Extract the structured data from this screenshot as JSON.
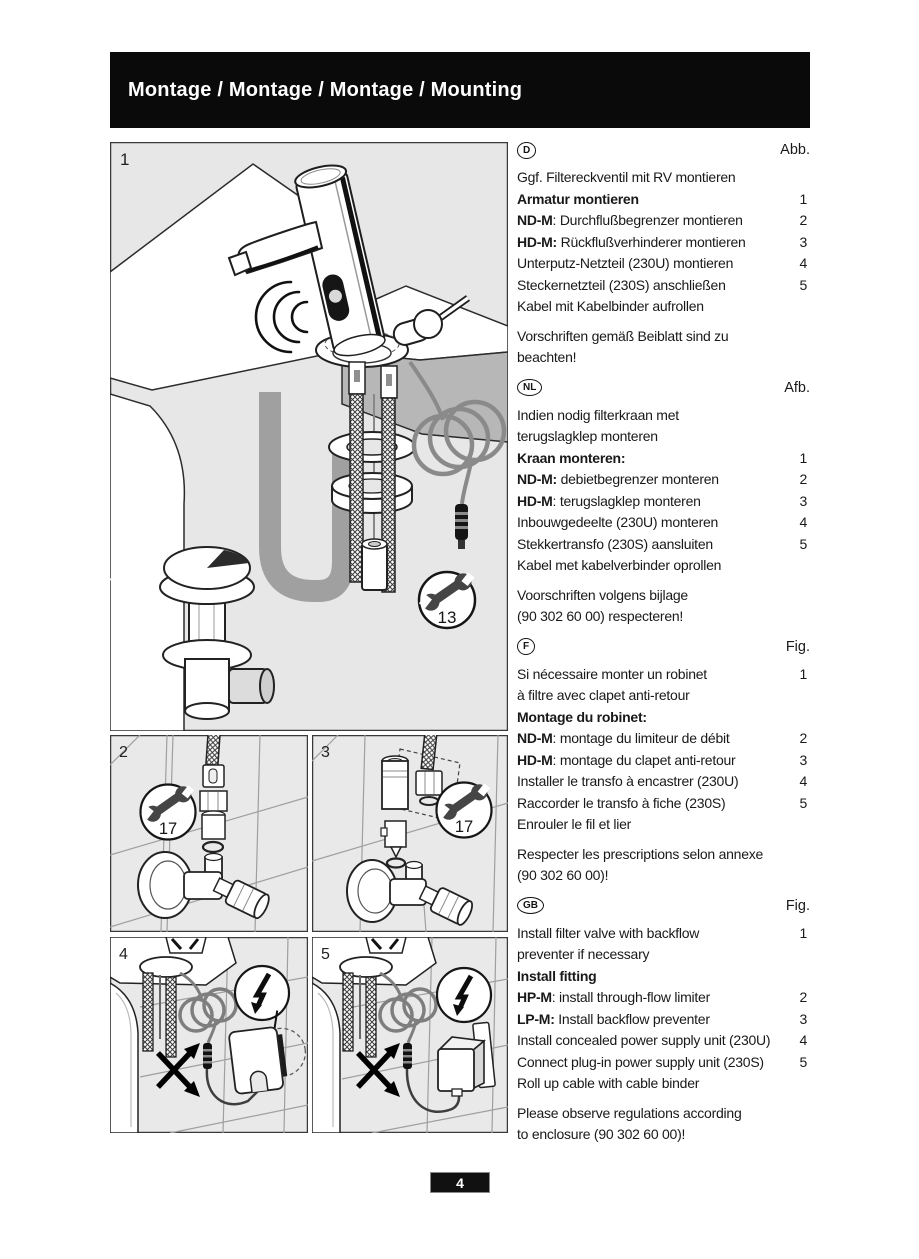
{
  "header": {
    "title": "Montage / Montage / Montage / Mounting"
  },
  "page": {
    "number": "4"
  },
  "figures": {
    "panel1": {
      "label": "1",
      "wrench_label": "13",
      "icons": [
        "wrench-icon"
      ]
    },
    "panel2": {
      "label": "2",
      "wrench_label": "17",
      "icons": [
        "wrench-icon"
      ]
    },
    "panel3": {
      "label": "3",
      "wrench_label": "17",
      "icons": [
        "wrench-icon"
      ]
    },
    "panel4": {
      "label": "4",
      "icons": [
        "lightning-icon",
        "do-not-shorten-icon"
      ]
    },
    "panel5": {
      "label": "5",
      "icons": [
        "lightning-icon",
        "do-not-shorten-icon"
      ]
    }
  },
  "sections": [
    {
      "id": "D",
      "badge": "D",
      "fig_label": "Abb.",
      "lines": [
        {
          "b": "",
          "t": "Ggf. Filtereckventil mit RV montieren",
          "n": ""
        },
        {
          "b": "Armatur montieren",
          "t": "",
          "n": "1"
        },
        {
          "b": "ND-M",
          "t": ": Durchflußbegrenzer montieren",
          "n": "2"
        },
        {
          "b": "HD-M:",
          "t": " Rückflußverhinderer montieren",
          "n": "3"
        },
        {
          "b": "",
          "t": "Unterputz-Netzteil (230U) montieren",
          "n": "4"
        },
        {
          "b": "",
          "t": "Steckernetzteil (230S) anschließen",
          "n": "5"
        },
        {
          "b": "",
          "t": "Kabel mit Kabelbinder aufrollen",
          "n": ""
        }
      ],
      "note": [
        "Vorschriften gemäß Beiblatt sind zu",
        "beachten!"
      ]
    },
    {
      "id": "NL",
      "badge": "NL",
      "fig_label": "Afb.",
      "lines": [
        {
          "b": "",
          "t": "Indien nodig filterkraan met",
          "n": ""
        },
        {
          "b": "",
          "t": "terugslagklep monteren",
          "n": ""
        },
        {
          "b": "Kraan monteren:",
          "t": "",
          "n": "1"
        },
        {
          "b": "ND-M:",
          "t": " debietbegrenzer monteren",
          "n": "2"
        },
        {
          "b": "HD-M",
          "t": ": terugslagklep monteren",
          "n": "3"
        },
        {
          "b": "",
          "t": "Inbouwgedeelte (230U) monteren",
          "n": "4"
        },
        {
          "b": "",
          "t": "Stekkertransfo (230S) aansluiten",
          "n": "5"
        },
        {
          "b": "",
          "t": "Kabel met kabelverbinder oprollen",
          "n": ""
        }
      ],
      "note": [
        "Voorschriften volgens bijlage",
        "(90 302 60 00) respecteren!"
      ]
    },
    {
      "id": "F",
      "badge": "F",
      "fig_label": "Fig.",
      "lines": [
        {
          "b": "",
          "t": "Si nécessaire monter un robinet",
          "n": "1"
        },
        {
          "b": "",
          "t": "à filtre avec clapet anti-retour",
          "n": ""
        },
        {
          "b": "Montage du robinet:",
          "t": "",
          "n": ""
        },
        {
          "b": "ND-M",
          "t": ": montage du limiteur de débit",
          "n": "2"
        },
        {
          "b": "HD-M",
          "t": ": montage du clapet anti-retour",
          "n": "3"
        },
        {
          "b": "",
          "t": "Installer le transfo à encastrer (230U)",
          "n": "4"
        },
        {
          "b": "",
          "t": "Raccorder le transfo à fiche (230S)",
          "n": "5"
        },
        {
          "b": "",
          "t": "Enrouler le fil et lier",
          "n": ""
        }
      ],
      "note": [
        "Respecter les prescriptions selon annexe",
        "(90 302 60 00)!"
      ]
    },
    {
      "id": "GB",
      "badge": "GB",
      "fig_label": "Fig.",
      "lines": [
        {
          "b": "",
          "t": "Install filter valve with backflow",
          "n": "1"
        },
        {
          "b": "",
          "t": "preventer if necessary",
          "n": ""
        },
        {
          "b": "Install fitting",
          "t": "",
          "n": ""
        },
        {
          "b": "HP-M",
          "t": ": install through-flow limiter",
          "n": "2"
        },
        {
          "b": "LP-M:",
          "t": " Install backflow preventer",
          "n": "3"
        },
        {
          "b": "",
          "t": "Install concealed power supply unit (230U)",
          "n": "4"
        },
        {
          "b": "",
          "t": "Connect plug-in power supply unit (230S)",
          "n": "5"
        },
        {
          "b": "",
          "t": "Roll up cable with cable binder",
          "n": ""
        }
      ],
      "note": [
        "Please observe regulations according",
        "to enclosure (90 302 60 00)!"
      ]
    }
  ]
}
